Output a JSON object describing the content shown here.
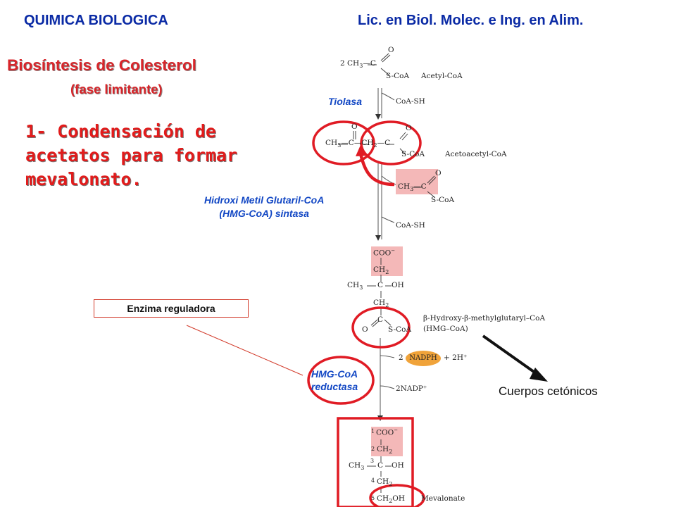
{
  "header": {
    "left": "QUIMICA BIOLOGICA",
    "right": "Lic. en Biol. Molec. e Ing. en Alim."
  },
  "title": "Biosíntesis de Colesterol",
  "subtitle": "(fase limitante)",
  "step_text": [
    "1- Condensación de",
    "acetatos para formar",
    "mevalonato."
  ],
  "enzymes": {
    "tiolasa": "Tiolasa",
    "hmg_synthase_line1": "Hidroxi Metil Glutaril-CoA",
    "hmg_synthase_line2": "(HMG-CoA) sintasa",
    "reductase_line1": "HMG-CoA",
    "reductase_line2": "reductasa"
  },
  "regulatory_label": "Enzima reguladora",
  "ketone_bodies_label": "Cuerpos cetónicos",
  "molecules": {
    "acetyl_coa_prefix": "2 CH",
    "acetyl_coa_name": "Acetyl-CoA",
    "acetoacetyl_coa_name": "Acetoacetyl-CoA",
    "hmg_coa_name": "β-Hydroxy-β-methylglutaryl–CoA",
    "hmg_coa_abbr": "(HMG–CoA)",
    "mevalonate_name": "Mevalonate"
  },
  "cofactors": {
    "coa_sh": "CoA-SH",
    "nadph": "NADPH",
    "nadph_coef": "2",
    "h_plus": "+ 2H⁺",
    "nadp": "2NADP⁺"
  },
  "colors": {
    "header_blue": "#0a2aa5",
    "title_red": "#d8252a",
    "enzyme_blue": "#1247c4",
    "circle_red": "#e01b24",
    "highlight_pink": "#f4b8b8",
    "nadph_orange": "#f0a33a"
  }
}
